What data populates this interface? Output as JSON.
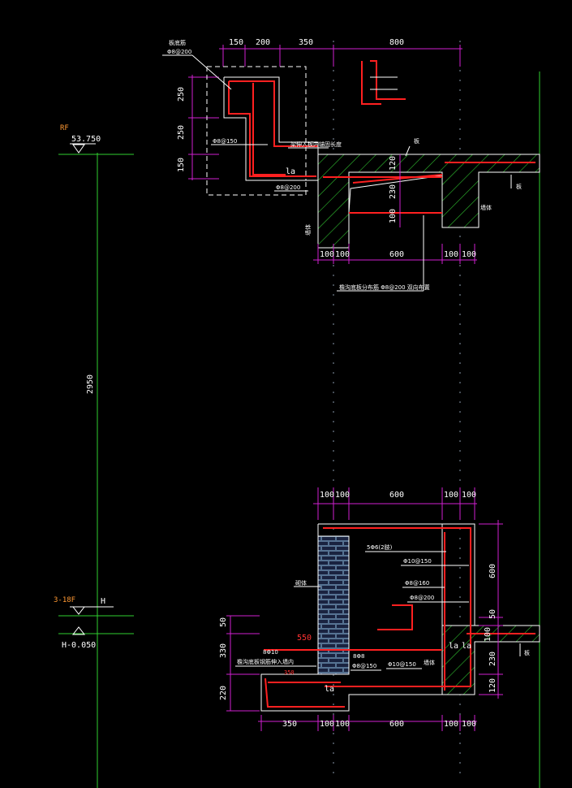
{
  "drawing": {
    "top_section": {
      "dims_top": [
        "150",
        "200",
        "350",
        "800"
      ],
      "dims_left": [
        "250",
        "250",
        "150"
      ],
      "dims_slab": [
        "120",
        "230",
        "100"
      ],
      "dims_bottom": [
        "100",
        "100",
        "600",
        "100",
        "100"
      ],
      "level_tag": "RF",
      "level_value": "53.750",
      "note_top": "板底筋",
      "rebar_top": "Φ8@200",
      "rebar_side": "Φ8@150",
      "rebar_bottom": "Φ8@200",
      "note_mid": "梁伸入板内锚固长度",
      "anchor_label": "la",
      "wall_label": "墙体",
      "slab_tag_1": "板",
      "slab_tag_2": "板",
      "note_long": "檐沟底板分布筋 Φ8@200 双向布置"
    },
    "height_dim": "2950",
    "bottom_section": {
      "dims_top": [
        "100",
        "100",
        "600",
        "100",
        "100"
      ],
      "dims_right": [
        "600",
        "50",
        "230",
        "120"
      ],
      "dims_left": [
        "50",
        "330",
        "220"
      ],
      "dims_bottom": [
        "350",
        "100",
        "100",
        "600",
        "100",
        "100"
      ],
      "level_tag": "3-18F",
      "level_h": "H",
      "level_value": "H-0.050",
      "rebar_1": "5Φ6(2肢)",
      "rebar_2": "Φ10@150",
      "rebar_3": "Φ8@160",
      "rebar_4": "Φ8@200",
      "rebar_5": "8Φ10",
      "rebar_6": "8Φ8",
      "rebar_7": "Φ8@150",
      "rebar_8": "Φ10@150",
      "red_dim_1": "550",
      "red_dim_2": "350",
      "wall_label": "砌体",
      "note_left": "檐沟底板钢筋伸入墙内",
      "anchor_label": "la",
      "slab_tag": "板"
    }
  }
}
